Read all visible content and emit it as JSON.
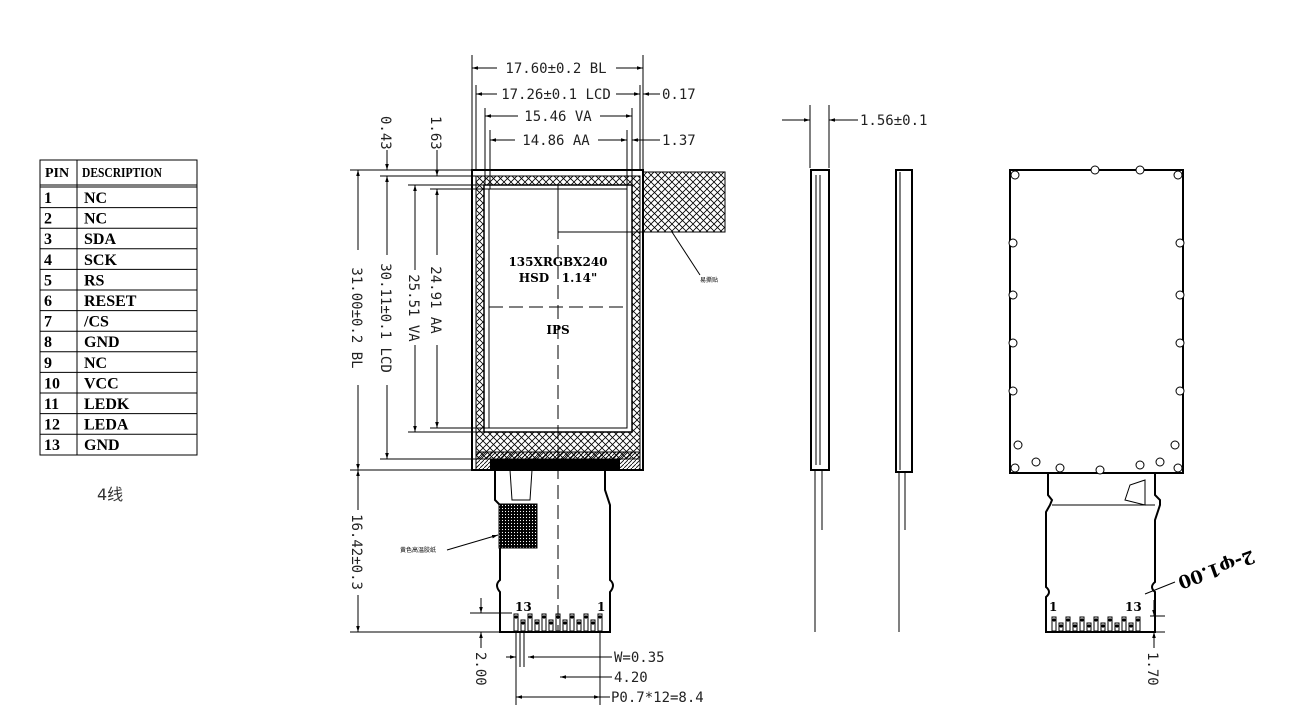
{
  "pin_table": {
    "headers": [
      "PIN",
      "DESCRIPTION"
    ],
    "rows": [
      {
        "pin": "1",
        "desc": "NC"
      },
      {
        "pin": "2",
        "desc": "NC"
      },
      {
        "pin": "3",
        "desc": "SDA"
      },
      {
        "pin": "4",
        "desc": "SCK"
      },
      {
        "pin": "5",
        "desc": "RS"
      },
      {
        "pin": "6",
        "desc": "RESET"
      },
      {
        "pin": "7",
        "desc": "/CS"
      },
      {
        "pin": "8",
        "desc": "GND"
      },
      {
        "pin": "9",
        "desc": "NC"
      },
      {
        "pin": "10",
        "desc": "VCC"
      },
      {
        "pin": "11",
        "desc": "LEDK"
      },
      {
        "pin": "12",
        "desc": "LEDA"
      },
      {
        "pin": "13",
        "desc": "GND"
      }
    ],
    "note": "4线"
  },
  "front_view": {
    "dims_top": {
      "bl": "17.60±0.2 BL",
      "lcd": "17.26±0.1 LCD",
      "lcd_offset": "0.17",
      "va": "15.46 VA",
      "aa": "14.86 AA",
      "aa_offset": "1.37"
    },
    "dims_left": {
      "bl": "31.00±0.2 BL",
      "lcd": "30.11±0.1 LCD",
      "va": "25.51 VA",
      "aa": "24.91 AA",
      "top_offset_1": "0.43",
      "top_offset_2": "1.63",
      "fpc_length": "16.42±0.3"
    },
    "panel_text": {
      "resolution": "135XRGBX240",
      "model": "HSD   1.14\"",
      "type": "IPS"
    },
    "callouts": {
      "easy_peel": "易撕贴",
      "yellow_tape": "黄色高温胶纸"
    },
    "fpc": {
      "pin_first": "1",
      "pin_last": "13",
      "dim_height": "2.00",
      "width": "W=0.35",
      "center": "4.20",
      "pitch": "P0.7*12=8.4"
    }
  },
  "side_view": {
    "thickness": "1.56±0.1"
  },
  "back_view": {
    "pin_first": "1",
    "pin_last": "13",
    "hole_note": "2-φ1.00",
    "dim_height": "1.70"
  }
}
